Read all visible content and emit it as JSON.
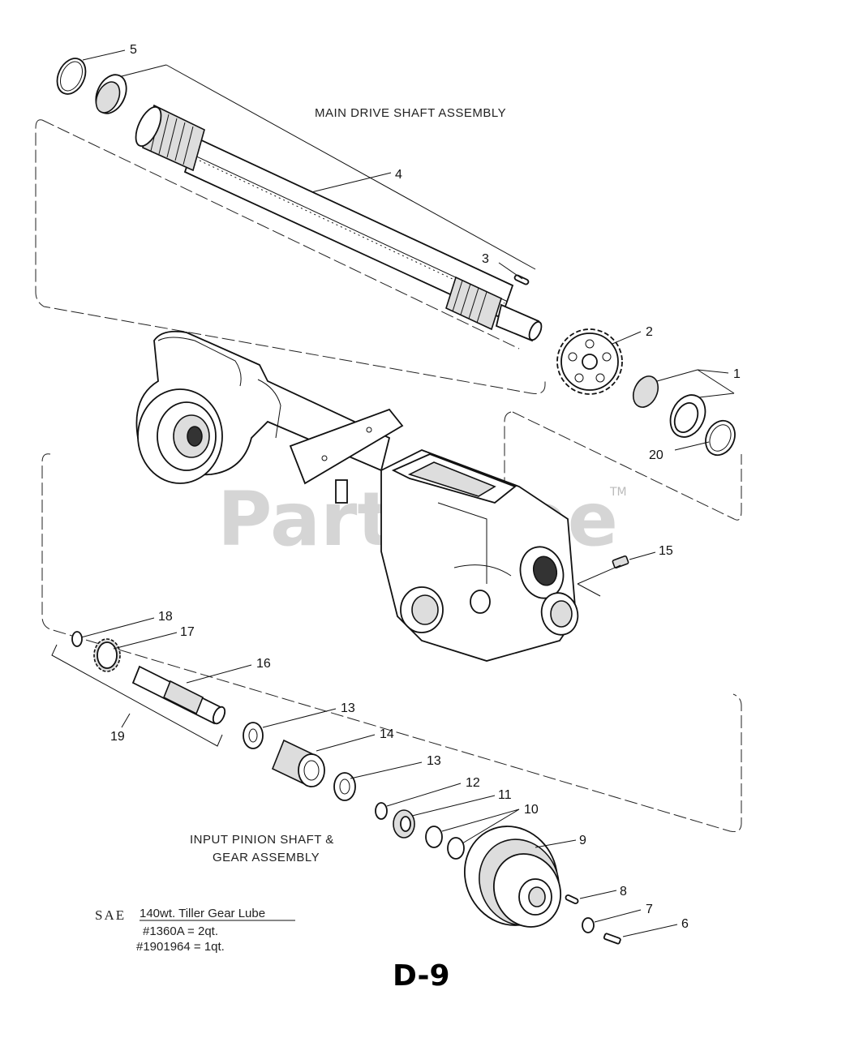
{
  "header": {
    "title": "MAIN DRIVE SHAFT ASSEMBLY"
  },
  "section": {
    "line1": "INPUT PINION SHAFT &",
    "line2": "GEAR ASSEMBLY"
  },
  "lube": {
    "sae": "SAE",
    "product": "140wt. Tiller Gear Lube",
    "line1": "#1360A = 2qt.",
    "line2": "#1901964 = 1qt."
  },
  "watermark": {
    "text": "PartsTree",
    "tm": "TM"
  },
  "page_code": "D-9",
  "callouts": [
    "1",
    "2",
    "3",
    "4",
    "5",
    "6",
    "7",
    "8",
    "9",
    "10",
    "11",
    "12",
    "13",
    "13",
    "14",
    "15",
    "16",
    "17",
    "18",
    "19",
    "20"
  ]
}
